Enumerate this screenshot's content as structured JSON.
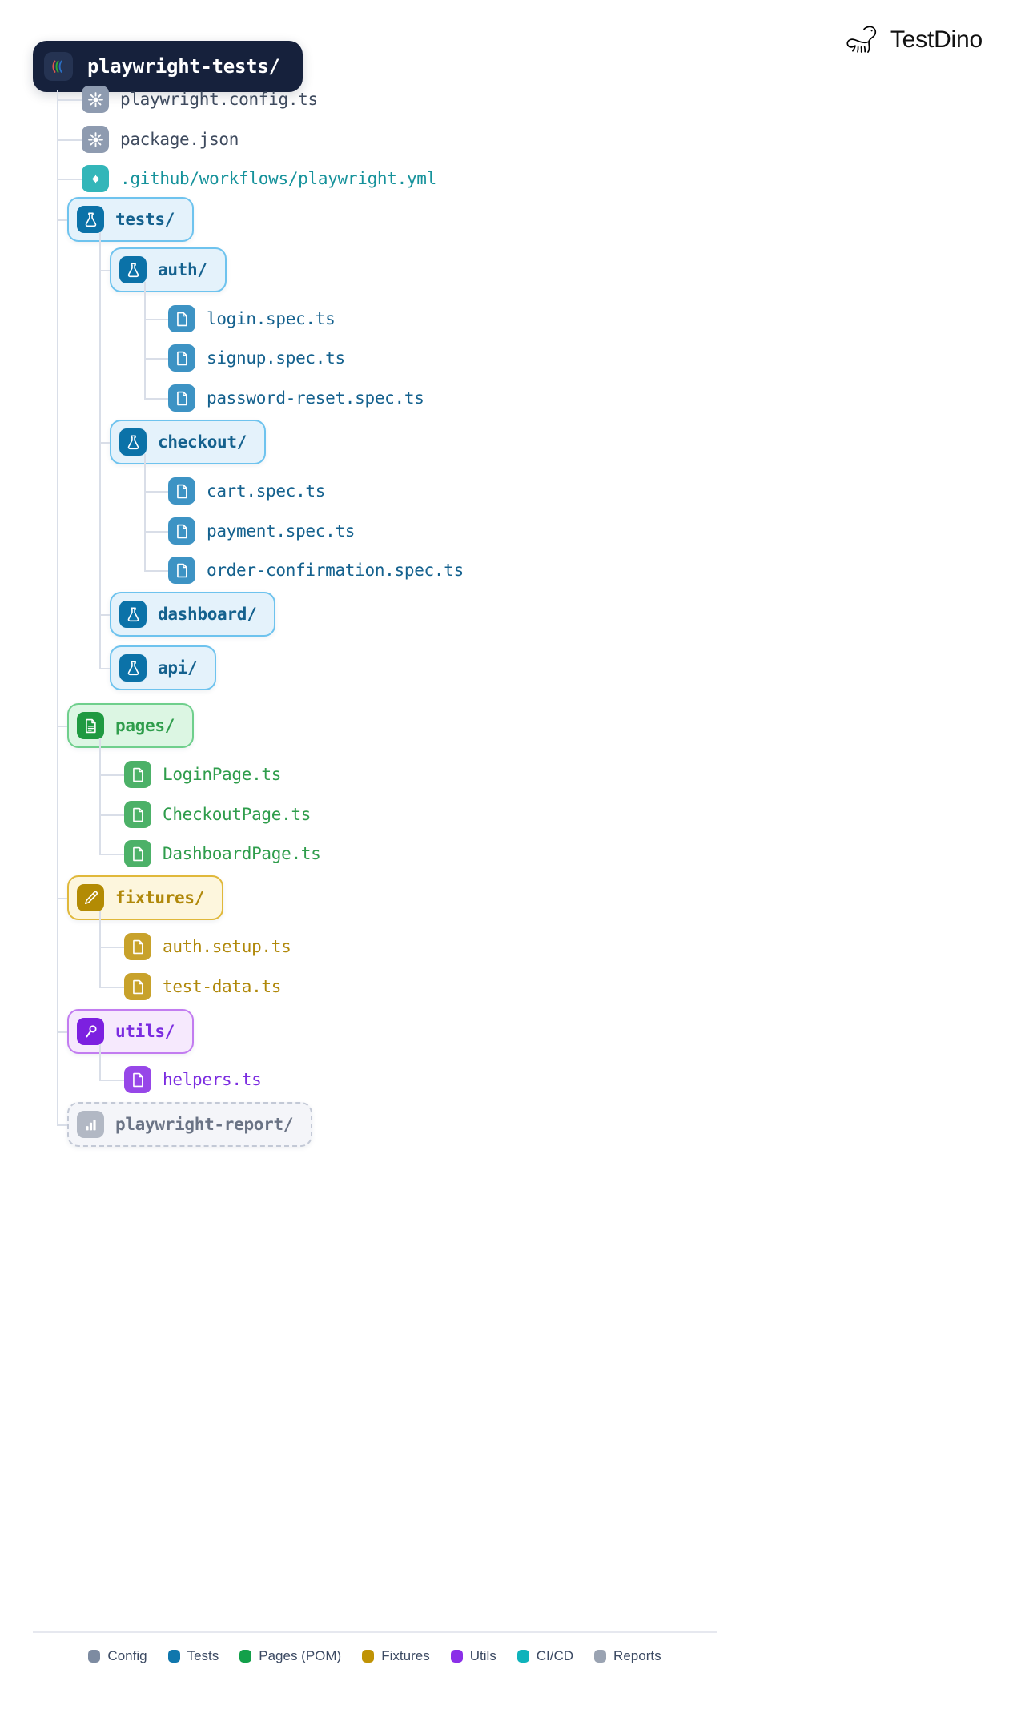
{
  "brand": {
    "name": "TestDino",
    "logo_icon": "dinosaur-icon"
  },
  "root": {
    "label": "playwright-tests/",
    "icon": "playwright-icon",
    "bg": "#16213c"
  },
  "palette": {
    "config": "#8e9bb0",
    "tests": "#1077ad",
    "pages": "#28a349",
    "fixtures": "#c09305",
    "utils": "#8b2fe8",
    "cicd": "#22b5b9",
    "reports": "#a3aab8"
  },
  "tree": [
    {
      "label": "playwright.config.ts",
      "icon": "gear-icon",
      "kind": "config",
      "style": "plain",
      "depth": 1,
      "bold": false
    },
    {
      "label": "package.json",
      "icon": "gear-icon",
      "kind": "config",
      "style": "plain",
      "depth": 1,
      "bold": false
    },
    {
      "label": ".github/workflows/playwright.yml",
      "icon": "cicd-icon",
      "kind": "cicd",
      "style": "plain",
      "depth": 1,
      "bold": false
    },
    {
      "label": "tests/",
      "icon": "flask-icon",
      "kind": "tests",
      "style": "pill",
      "depth": 1,
      "bold": true
    },
    {
      "label": "auth/",
      "icon": "flask-icon",
      "kind": "tests",
      "style": "pill",
      "depth": 2,
      "bold": true
    },
    {
      "label": "login.spec.ts",
      "icon": "file-icon",
      "kind": "tests",
      "style": "plain",
      "depth": 3,
      "bold": false
    },
    {
      "label": "signup.spec.ts",
      "icon": "file-icon",
      "kind": "tests",
      "style": "plain",
      "depth": 3,
      "bold": false
    },
    {
      "label": "password-reset.spec.ts",
      "icon": "file-icon",
      "kind": "tests",
      "style": "plain",
      "depth": 3,
      "bold": false
    },
    {
      "label": "checkout/",
      "icon": "flask-icon",
      "kind": "tests",
      "style": "pill",
      "depth": 2,
      "bold": true
    },
    {
      "label": "cart.spec.ts",
      "icon": "file-icon",
      "kind": "tests",
      "style": "plain",
      "depth": 3,
      "bold": false
    },
    {
      "label": "payment.spec.ts",
      "icon": "file-icon",
      "kind": "tests",
      "style": "plain",
      "depth": 3,
      "bold": false
    },
    {
      "label": "order-confirmation.spec.ts",
      "icon": "file-icon",
      "kind": "tests",
      "style": "plain",
      "depth": 3,
      "bold": false
    },
    {
      "label": "dashboard/",
      "icon": "flask-icon",
      "kind": "tests",
      "style": "pill",
      "depth": 2,
      "bold": true
    },
    {
      "label": "api/",
      "icon": "flask-icon",
      "kind": "tests",
      "style": "pill",
      "depth": 2,
      "bold": true
    },
    {
      "label": "pages/",
      "icon": "pom-icon",
      "kind": "pages",
      "style": "pill",
      "depth": 1,
      "bold": true
    },
    {
      "label": "LoginPage.ts",
      "icon": "file-icon",
      "kind": "pages",
      "style": "plain",
      "depth": 2,
      "bold": false
    },
    {
      "label": "CheckoutPage.ts",
      "icon": "file-icon",
      "kind": "pages",
      "style": "plain",
      "depth": 2,
      "bold": false
    },
    {
      "label": "DashboardPage.ts",
      "icon": "file-icon",
      "kind": "pages",
      "style": "plain",
      "depth": 2,
      "bold": false
    },
    {
      "label": "fixtures/",
      "icon": "pencil-icon",
      "kind": "fixtures",
      "style": "pill",
      "depth": 1,
      "bold": true
    },
    {
      "label": "auth.setup.ts",
      "icon": "file-icon",
      "kind": "fixtures",
      "style": "plain",
      "depth": 2,
      "bold": false
    },
    {
      "label": "test-data.ts",
      "icon": "file-icon",
      "kind": "fixtures",
      "style": "plain",
      "depth": 2,
      "bold": false
    },
    {
      "label": "utils/",
      "icon": "wrench-icon",
      "kind": "utils",
      "style": "pill",
      "depth": 1,
      "bold": true
    },
    {
      "label": "helpers.ts",
      "icon": "file-icon",
      "kind": "utils",
      "style": "plain",
      "depth": 2,
      "bold": false
    },
    {
      "label": "playwright-report/",
      "icon": "chart-icon",
      "kind": "reports",
      "style": "pill-dashed",
      "depth": 1,
      "bold": true
    }
  ],
  "legend": [
    {
      "label": "Config",
      "color": "#7d8ba1"
    },
    {
      "label": "Tests",
      "color": "#1077ad"
    },
    {
      "label": "Pages (POM)",
      "color": "#13a04a"
    },
    {
      "label": "Fixtures",
      "color": "#c09305"
    },
    {
      "label": "Utils",
      "color": "#8b2fe8"
    },
    {
      "label": "CI/CD",
      "color": "#0fb3bb"
    },
    {
      "label": "Reports",
      "color": "#9aa3b2"
    }
  ]
}
